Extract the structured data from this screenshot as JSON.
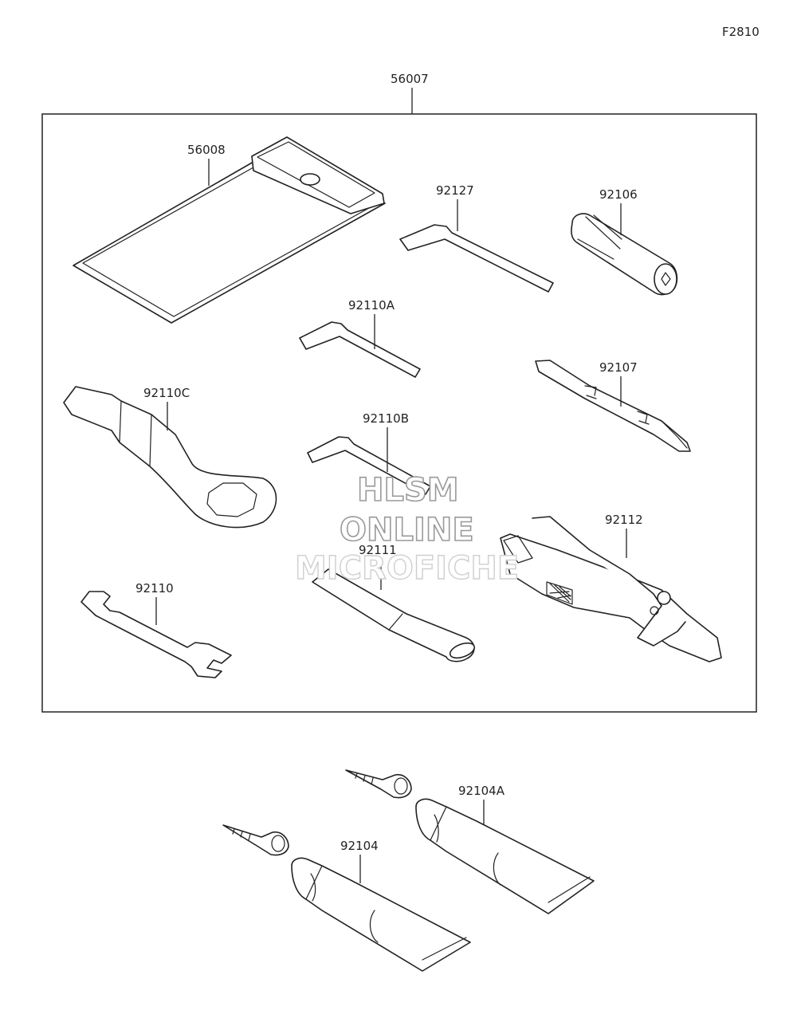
{
  "figure_code": "F2810",
  "labels": {
    "kit": "56007",
    "pouch": "56008",
    "hex_wrench_large": "92127",
    "screwdriver_grip": "92106",
    "hex_wrench_a": "92110A",
    "screwdriver": "92107",
    "ring_wrench": "92110C",
    "hex_wrench_b": "92110B",
    "pliers": "92112",
    "extension_bar": "92111",
    "open_wrench": "92110",
    "grease_tube_a": "92104A",
    "grease_tube": "92104"
  },
  "watermark": {
    "line1": "HLSM",
    "line2": "ONLINE",
    "line3": "MICROFICHE"
  }
}
